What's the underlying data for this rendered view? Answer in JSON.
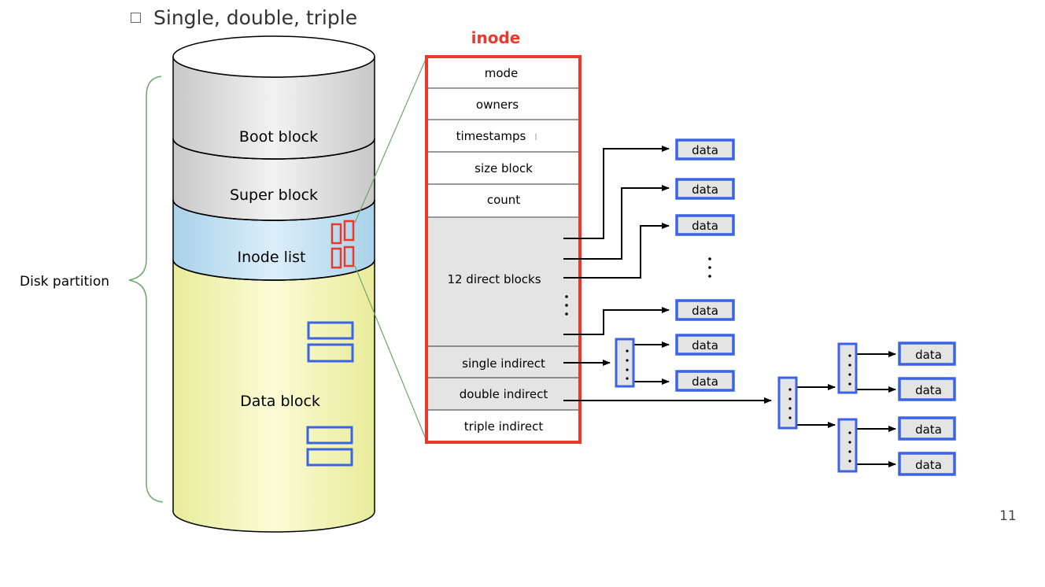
{
  "bullet": {
    "text": "Single, double, triple"
  },
  "disk": {
    "brace_label": "Disk partition",
    "sections": [
      {
        "label": "Boot block",
        "color": "#e6e6e6"
      },
      {
        "label": "Super block",
        "color": "#e6e6e6"
      },
      {
        "label": "Inode list",
        "color": "#c9e4f4"
      },
      {
        "label": "Data block",
        "color": "#f3f5b8"
      }
    ]
  },
  "inode": {
    "title": "inode",
    "fields": [
      "mode",
      "owners",
      "timestamps",
      "size block",
      "count"
    ],
    "direct": {
      "label": "12 direct blocks"
    },
    "indirect": [
      "single indirect",
      "double indirect",
      "triple indirect"
    ]
  },
  "data_label": "data",
  "page_number": "11",
  "colors": {
    "red": "#e8392b",
    "blue": "#3b63e6",
    "inode_title": "#e8392b"
  }
}
